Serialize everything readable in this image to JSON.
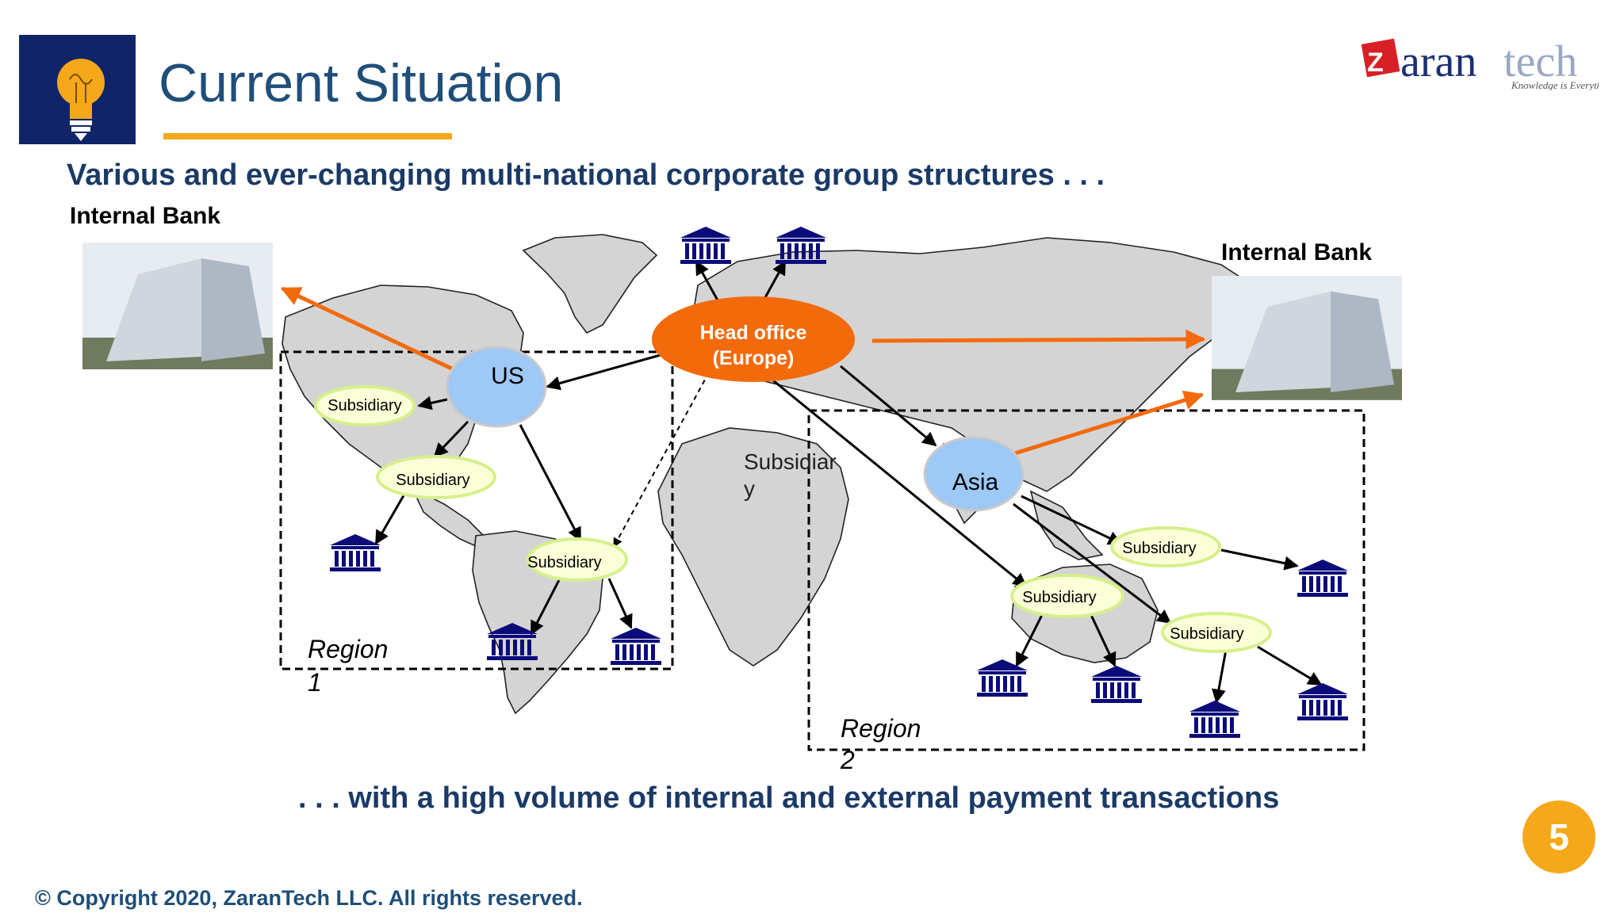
{
  "header": {
    "title": "Current Situation",
    "subtitle": "Various and ever-changing multi-national corporate group structures . . .",
    "logo_text": "ZaranTech",
    "logo_tagline": "Knowledge is Everything"
  },
  "diagram": {
    "internal_bank_left": "Internal  Bank",
    "internal_bank_right": "Internal  Bank",
    "head_office_line1": "Head office",
    "head_office_line2": "(Europe)",
    "us": "US",
    "asia": "Asia",
    "subsidiary": "Subsidiary",
    "africa_subsidiary_line1": "Subsidiar",
    "africa_subsidiary_line2": "y",
    "region1_line1": "Region",
    "region1_line2": "1",
    "region2_line1": "Region",
    "region2_line2": "2"
  },
  "footer": {
    "bottom_text": ". . . with a high volume of internal and external payment transactions",
    "copyright": "© Copyright 2020, ZaranTech LLC. All rights reserved.",
    "page_number": "5"
  },
  "colors": {
    "navy": "#112468",
    "title_blue": "#1f4e79",
    "accent_orange": "#f5a81a",
    "head_office_orange": "#f36a0b",
    "node_blue": "#9ec8f5",
    "subsidiary_fill": "#fbffd8",
    "subsidiary_border": "#d6f08a",
    "bank_icon": "#0b0b7a"
  }
}
